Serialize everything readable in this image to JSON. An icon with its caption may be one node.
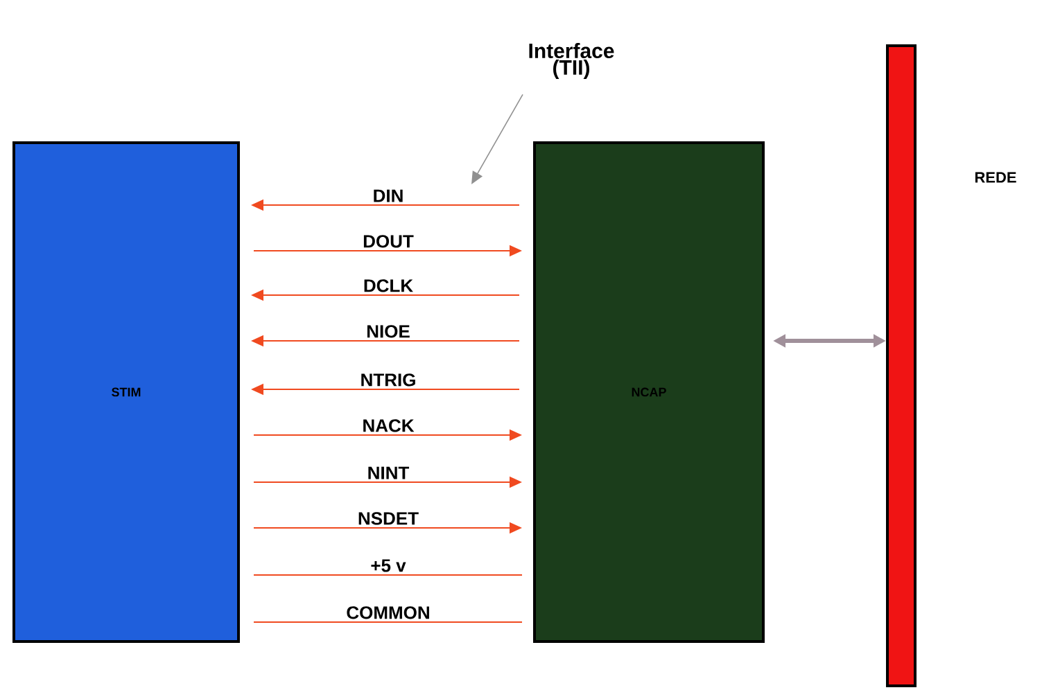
{
  "diagram": {
    "nodes": [
      {
        "text": [
          "Interface (TII)"
        ]
      },
      {
        "text": [
          "STIM"
        ]
      },
      {
        "text": [
          "NCAP"
        ]
      },
      {
        "text": [],
        "shape": "bar"
      }
    ],
    "edges": [
      {
        "from": 0,
        "to": null,
        "arrow": "to",
        "color": "#909090"
      },
      {
        "from": 2,
        "to": 1,
        "arrow": "to",
        "label": "DIN"
      },
      {
        "from": 1,
        "to": 2,
        "arrow": "to",
        "label": "DOUT"
      },
      {
        "from": 2,
        "to": 1,
        "arrow": "to",
        "label": "DCLK"
      },
      {
        "from": 2,
        "to": 1,
        "arrow": "to",
        "label": "NIOE"
      },
      {
        "from": 2,
        "to": 1,
        "arrow": "to",
        "label": "NTRIG"
      },
      {
        "from": 1,
        "to": 2,
        "arrow": "to",
        "label": "NACK"
      },
      {
        "from": 1,
        "to": 2,
        "arrow": "to",
        "label": "NINT"
      },
      {
        "from": 1,
        "to": 2,
        "arrow": "to",
        "label": "NSDET"
      },
      {
        "from": 1,
        "to": 2,
        "arrow": "none",
        "label": "+5 v"
      },
      {
        "from": 1,
        "to": 2,
        "arrow": "none",
        "label": "COMMON"
      },
      {
        "from": 2,
        "to": 3,
        "arrow": "both",
        "style": "thick",
        "color": "#a0909a"
      }
    ],
    "labels": [
      "REDE"
    ]
  }
}
